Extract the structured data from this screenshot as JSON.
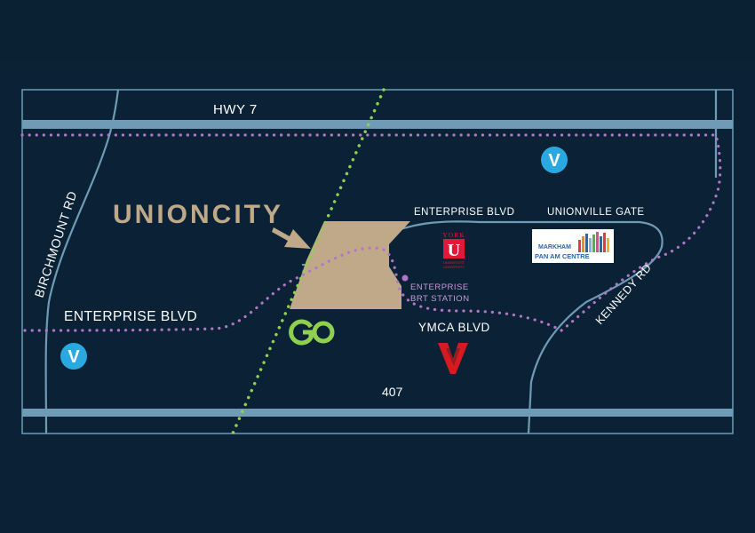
{
  "map": {
    "title": "UNIONCITY",
    "roads": {
      "hwy7": "HWY 7",
      "birchmount": "BIRCHMOUNT RD",
      "enterprise_top": "ENTERPRISE BLVD",
      "unionville_gate": "UNIONVILLE GATE",
      "enterprise_left": "ENTERPRISE BLVD",
      "ymca_blvd": "YMCA BLVD",
      "kennedy": "KENNEDY RD",
      "hwy407": "407"
    },
    "stations": {
      "brt_line1": "ENTERPRISE",
      "brt_line2": "BRT STATION"
    },
    "landmarks": {
      "york_top": "YORK",
      "york_letter": "U",
      "york_bottom1": "UNIVERSITÉ",
      "york_bottom2": "UNIVERSITY",
      "markham_top": "MARKHAM",
      "markham_bottom": "PAN AM CENTRE",
      "viva_symbol": "V",
      "go_logo": "GO"
    },
    "colors": {
      "background": "#0b2236",
      "highway": "#6f9bb6",
      "road": "#6f9bb6",
      "transit_dots": "#b276c9",
      "go_line": "#8fd14f",
      "site": "#bfa988",
      "viva": "#2aa9e0",
      "york_red": "#e31837",
      "ymca_red": "#d71920"
    },
    "icons": [
      "viva-icon",
      "go-transit-icon",
      "york-university-icon",
      "markham-pan-am-centre-icon",
      "ymca-icon",
      "pointer-arrow-icon"
    ]
  }
}
